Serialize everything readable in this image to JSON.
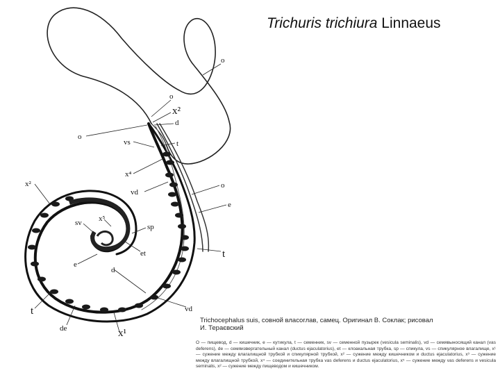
{
  "title": {
    "italic": "Trichuris trichiura",
    "rest": " Linnaeus"
  },
  "labels": [
    {
      "id": "o-top",
      "text": "o"
    },
    {
      "id": "o-2",
      "text": "o"
    },
    {
      "id": "x2-top",
      "text": "x²"
    },
    {
      "id": "d-top",
      "text": "d"
    },
    {
      "id": "o-left",
      "text": "o"
    },
    {
      "id": "vs",
      "text": "vs"
    },
    {
      "id": "t-top",
      "text": "t"
    },
    {
      "id": "x4",
      "text": "x⁴"
    },
    {
      "id": "x2-left",
      "text": "x²"
    },
    {
      "id": "vd-mid",
      "text": "vd"
    },
    {
      "id": "o-right",
      "text": "o"
    },
    {
      "id": "e-right",
      "text": "e"
    },
    {
      "id": "sv",
      "text": "sv"
    },
    {
      "id": "x5",
      "text": "x⁵"
    },
    {
      "id": "sp",
      "text": "sp"
    },
    {
      "id": "et",
      "text": "et"
    },
    {
      "id": "t-right",
      "text": "t"
    },
    {
      "id": "e-left",
      "text": "e"
    },
    {
      "id": "d-mid",
      "text": "d"
    },
    {
      "id": "t-bottom",
      "text": "t"
    },
    {
      "id": "vd-bottom",
      "text": "vd"
    },
    {
      "id": "de",
      "text": "de"
    },
    {
      "id": "x1",
      "text": "x¹"
    }
  ],
  "caption": {
    "title": "Trichocephalus suis, совной власоглав, самец. Оригинал В. Соклак; рисовал",
    "author": "И. Тераєвский",
    "legend": "O — пищевод, d — кишечник, e — кутикула, t — семенник, sv — семенной пузырек (vesicula seminalis), vd — семявыносящий канал (vas deferens), de — семяизвергательный канал (ductus ejaculatorius), et — клоакальная трубка, sp — спикула, vs — спикулярное влагалище, x¹ — сужение между влагалищной трубкой и спикулярной трубкой, x² — сужение между кишечником и ductus ejaculatorius, x³ — сужение между влагалищной трубкой, x⁴ — соединительная трубка vas deferens и ductus ejaculatorius, x⁵ — сужение между vas deferens и vesicula seminalis, x² — сужение между пищеводом и кишечником."
  }
}
